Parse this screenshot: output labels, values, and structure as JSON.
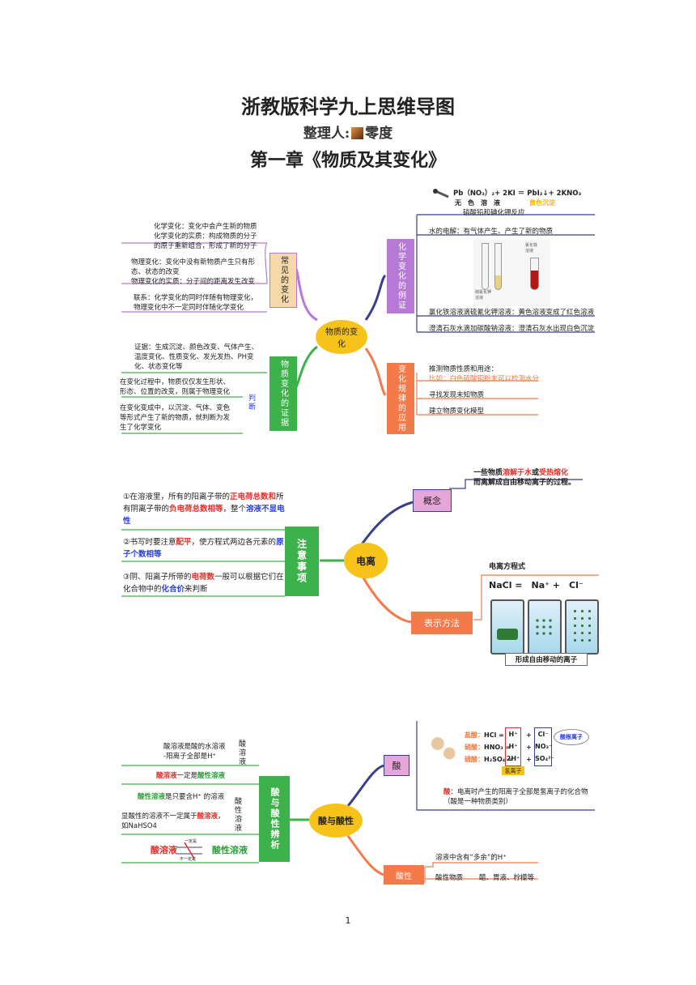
{
  "header": {
    "title": "浙教版科学九上思维导图",
    "organizer": "整理人:",
    "organizer_name": "零度",
    "chapter": "第一章《物质及其变化》"
  },
  "map1": {
    "hub": "物质的变化",
    "common": {
      "label": "常见的变化",
      "chem1": "化学变化：变化中会产生新的物质",
      "chem2": "化学变化的实质：构成物质的分子",
      "chem3": "的原子重新组合，形成了新的分子",
      "phys1": "物理变化：变化中没有新物质产生只有形",
      "phys2": "态、状态的改变",
      "phys3": "物理变化的实质：分子间的距离发生改变",
      "rel1": "联系：化学变化的同时伴随有物理变化，",
      "rel2": "物理变化中不一定同时伴随化学变化"
    },
    "evidence": {
      "label": "物质变化的证据",
      "e1": "证据：生成沉淀、颜色改变、气体产生、",
      "e2": "温度变化、性质变化、发光发热、PH变",
      "e3": "化、状态变化等",
      "judge": "判断",
      "j1": "在变化过程中，物质仅仅发生形状、",
      "j2": "形态、位置的改变，则属于物理变化",
      "j3": "在变化变成中，以沉淀、气体、变色",
      "j4": "等形式产生了新的物质，就判断为发",
      "j5": "生了化学变化"
    },
    "examples": {
      "label": "化学变化的例证",
      "eq": "Pb（NO₃）₂+ 2KI ＝ PbI₂↓+ 2KNO₃",
      "eq_sub": "无　色　溶　液",
      "eq_tag": "黄色沉淀",
      "ex1": "硝酸铅和碘化钾反应",
      "ex2": "水的电解：有气体产生、产生了新的物质",
      "img_l1": "硫氰化钾",
      "img_l2": "溶液",
      "img_r1": "氯化铁",
      "img_r2": "溶液",
      "ex3": "氯化铁溶液滴硫氰化钾溶液：黄色溶液变成了红色溶液",
      "ex4": "澄清石灰水滴加碳酸钠溶液：澄清石灰水出现白色沉淀"
    },
    "laws": {
      "label": "变化规律的应用",
      "l1": "推测物质性质和用途：",
      "l1b": "比如：白色硫酸铜粉末可以检测水分",
      "l2": "寻找发现未知物质",
      "l3": "建立物质变化模型"
    }
  },
  "map2": {
    "hub": "电离",
    "concept": {
      "label": "概念",
      "c1a": "一些物质",
      "c1b": "溶解于水",
      "c1c": "或",
      "c1d": "受热熔化",
      "c2": "而离解成自由移动离子的过程。"
    },
    "method": {
      "label": "表示方法",
      "eqtitle": "电离方程式",
      "eq": "NaCl =　Na⁺ +　Cl⁻",
      "caption": "形成自由移动的离子"
    },
    "notes": {
      "label": "注意事项",
      "n1a": "①在溶液里，所有的阳离子带的",
      "n1b": "正电荷总数和",
      "n1c": "所有阴离子带的",
      "n1d": "负电荷总数相等",
      "n1e": "，整个",
      "n1f": "溶液不",
      "n1g": "显电性",
      "n2a": "②书写时要注意",
      "n2b": "配平",
      "n2c": "，使方程式两边各元素的",
      "n2d": "原子个数相等",
      "n3a": "③阴、阳离子所带的",
      "n3b": "电荷数",
      "n3c": "一般可以根据它们",
      "n3d": "在化合物中的",
      "n3e": "化合价",
      "n3f": "来判断"
    }
  },
  "map3": {
    "hub": "酸与酸性",
    "acid": {
      "label": "酸",
      "hcl_n": "盐酸：",
      "hcl": "HCl =",
      "hno3_n": "硝酸：",
      "hno3": "HNO₃ =",
      "h2so4_n": "硫酸：",
      "h2so4": "H₂SO₄ =",
      "h1": "H⁺",
      "h2": "H⁺",
      "h3": "2H⁺",
      "a1": "Cl⁻",
      "a2": "NO₃⁻",
      "a3": "SO₄²⁻",
      "plus": "+",
      "hion": "氢离子",
      "acid_ion": "酸根离子",
      "d1": "酸",
      "d1b": "：电离时产生的阳离子全部是氢离子的化合物",
      "d2": "（酸是一种物质类别）"
    },
    "acidity": {
      "label": "酸性",
      "s1": "溶液中含有“多余”的H⁺",
      "s2": "酸性物质",
      "s3": "醋、胃液、柠檬等"
    },
    "compare": {
      "label": "酸与酸性辨析",
      "r1": "酸溶液是酸的水溶液",
      "r2": "-阳离子全部是H⁺",
      "r3a": "酸溶液",
      "r3b": "一定是",
      "r3c": "酸性溶液",
      "g1": "酸溶液",
      "g2": "酸性溶液",
      "q1a": "酸性溶液",
      "q1b": "是只要含H⁺ 的溶液",
      "q2a": "显酸性的溶液不一定属于",
      "q2b": "酸溶液",
      "q2c": "，",
      "q3": "如NaHSO4",
      "big1": "酸溶液",
      "big2": "酸性溶液",
      "arr_top": "一定是",
      "arr_bot": "不一定是"
    }
  },
  "footer": {
    "page": "1"
  },
  "colors": {
    "purple": "#b67ad6",
    "green": "#3db14a",
    "orange": "#f47a4a",
    "yellow": "#f7c21a",
    "navy": "#3a3f8a",
    "tan": "#f5d9a8",
    "pink": "#e6a6d8"
  }
}
